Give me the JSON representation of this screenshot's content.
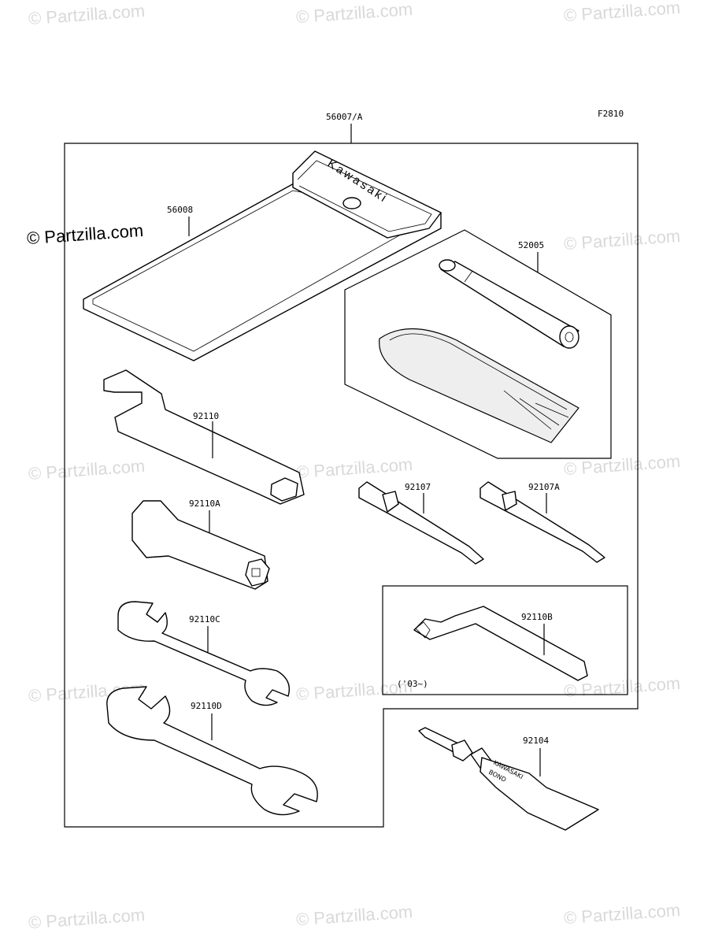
{
  "figure_code": "F2810",
  "watermark_text": "© Partzilla.com",
  "watermark_main": "© Partzilla.com",
  "pouch_brand_text": "Kawasaki",
  "tube_label_line1": "KAWASAKI",
  "tube_label_line2": "BOND",
  "parts": [
    {
      "id": "56007/A"
    },
    {
      "id": "56008"
    },
    {
      "id": "52005"
    },
    {
      "id": "92110"
    },
    {
      "id": "92110A"
    },
    {
      "id": "92107"
    },
    {
      "id": "92107A"
    },
    {
      "id": "92110B"
    },
    {
      "id": "92110C"
    },
    {
      "id": "92110D"
    },
    {
      "id": "92104"
    }
  ],
  "note_92110b": "('03~)"
}
